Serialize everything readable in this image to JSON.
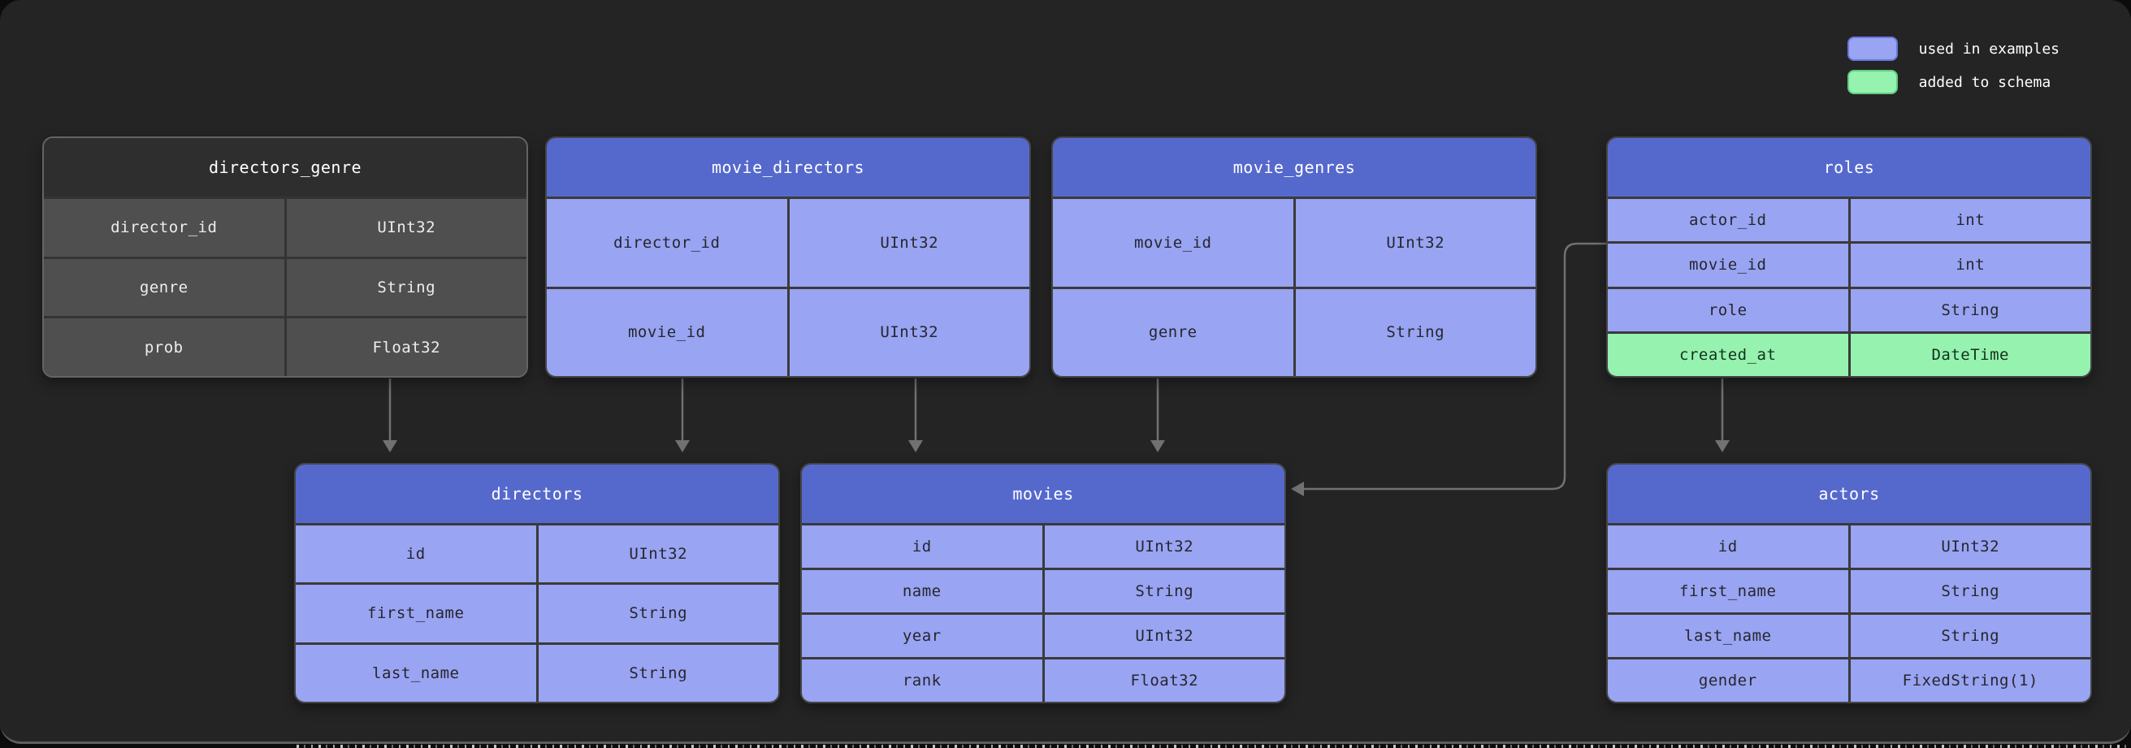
{
  "legend": {
    "items": [
      {
        "label": "used in examples",
        "color": "#99a4f2"
      },
      {
        "label": "added to schema",
        "color": "#95f2af"
      }
    ]
  },
  "colors": {
    "table_header_blue": "#5569cd",
    "cell_blue": "#99a4f2",
    "cell_green": "#95f2af",
    "cell_gray": "#4f4f4f",
    "arrow_gray": "#717171"
  },
  "tables": {
    "directors_genre": {
      "title": "directors_genre",
      "style": "plain",
      "rows": [
        {
          "field": "director_id",
          "type": "UInt32"
        },
        {
          "field": "genre",
          "type": "String"
        },
        {
          "field": "prob",
          "type": "Float32"
        }
      ]
    },
    "movie_directors": {
      "title": "movie_directors",
      "style": "highlighted",
      "rows": [
        {
          "field": "director_id",
          "type": "UInt32"
        },
        {
          "field": "movie_id",
          "type": "UInt32"
        }
      ]
    },
    "movie_genres": {
      "title": "movie_genres",
      "style": "highlighted",
      "rows": [
        {
          "field": "movie_id",
          "type": "UInt32"
        },
        {
          "field": "genre",
          "type": "String"
        }
      ]
    },
    "roles": {
      "title": "roles",
      "style": "highlighted",
      "rows": [
        {
          "field": "actor_id",
          "type": "int"
        },
        {
          "field": "movie_id",
          "type": "int"
        },
        {
          "field": "role",
          "type": "String"
        },
        {
          "field": "created_at",
          "type": "DateTime",
          "added": true
        }
      ]
    },
    "directors": {
      "title": "directors",
      "style": "highlighted",
      "rows": [
        {
          "field": "id",
          "type": "UInt32"
        },
        {
          "field": "first_name",
          "type": "String"
        },
        {
          "field": "last_name",
          "type": "String"
        }
      ]
    },
    "movies": {
      "title": "movies",
      "style": "highlighted",
      "rows": [
        {
          "field": "id",
          "type": "UInt32"
        },
        {
          "field": "name",
          "type": "String"
        },
        {
          "field": "year",
          "type": "UInt32"
        },
        {
          "field": "rank",
          "type": "Float32"
        }
      ]
    },
    "actors": {
      "title": "actors",
      "style": "highlighted",
      "rows": [
        {
          "field": "id",
          "type": "UInt32"
        },
        {
          "field": "first_name",
          "type": "String"
        },
        {
          "field": "last_name",
          "type": "String"
        },
        {
          "field": "gender",
          "type": "FixedString(1)"
        }
      ]
    }
  },
  "edges": [
    {
      "from": "directors_genre.director_id",
      "to": "directors"
    },
    {
      "from": "movie_directors.director_id",
      "to": "directors"
    },
    {
      "from": "movie_directors.movie_id",
      "to": "movies"
    },
    {
      "from": "movie_genres.movie_id",
      "to": "movies"
    },
    {
      "from": "roles.movie_id",
      "to": "movies"
    },
    {
      "from": "roles.actor_id",
      "to": "actors"
    }
  ]
}
